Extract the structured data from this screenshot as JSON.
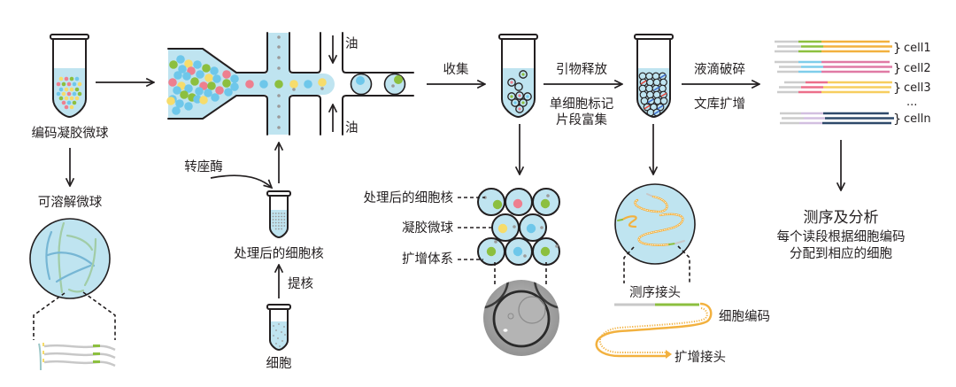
{
  "labels": {
    "gel_beads": "编码凝胶微球",
    "dissolvable_beads": "可溶解微球",
    "oil_top": "油",
    "oil_bottom": "油",
    "transposase": "转座酶",
    "processed_nuclei": "处理后的细胞核",
    "extract_nuclei": "提核",
    "cells": "细胞",
    "collect": "收集",
    "primer_release": "引物释放",
    "enrich_line1": "单细胞标记",
    "enrich_line2": "片段富集",
    "droplet_break": "液滴破碎",
    "library_amp": "文库扩增"
  },
  "gem_legend": {
    "nuclei": "处理后的细胞核",
    "gel_bead": "凝胶微球",
    "amp_system": "扩增体系"
  },
  "fragment": {
    "seq_adapter": "测序接头",
    "cell_barcode": "细胞编码",
    "amp_adapter": "扩增接头"
  },
  "reads": {
    "brace": "}",
    "ellipsis": "...",
    "groups": [
      {
        "label": "cell1",
        "barcode_color": "#8dc03f",
        "insert_color": "#f2b13f"
      },
      {
        "label": "cell2",
        "barcode_color": "#7fcdea",
        "insert_color": "#e07aa5"
      },
      {
        "label": "cell3",
        "barcode_color": "#ec6f8a",
        "insert_color": "#f7ce5f"
      },
      {
        "label": "celln",
        "barcode_color": "#d2bfe0",
        "insert_color": "#2f4a6b"
      }
    ]
  },
  "analysis": {
    "title": "测序及分析",
    "line1": "每个读段根据细胞编码",
    "line2": "分配到相应的细胞"
  },
  "colors": {
    "ink": "#231f20",
    "liquid": "#bfe4f0",
    "bead_blue": "#6ec7ea",
    "bead_green": "#8cbf3f",
    "bead_pink": "#ee7f8f",
    "bead_yellow": "#f6dc6b",
    "dot_gray": "#9a9a9a",
    "read_gray": "#cccccc",
    "adapter_orange": "#f2b13f",
    "strand_red": "#e2463c",
    "strand_blue": "#3c6fd0",
    "strand_teal": "#6aaed0",
    "strand_green": "#9cc89a"
  }
}
